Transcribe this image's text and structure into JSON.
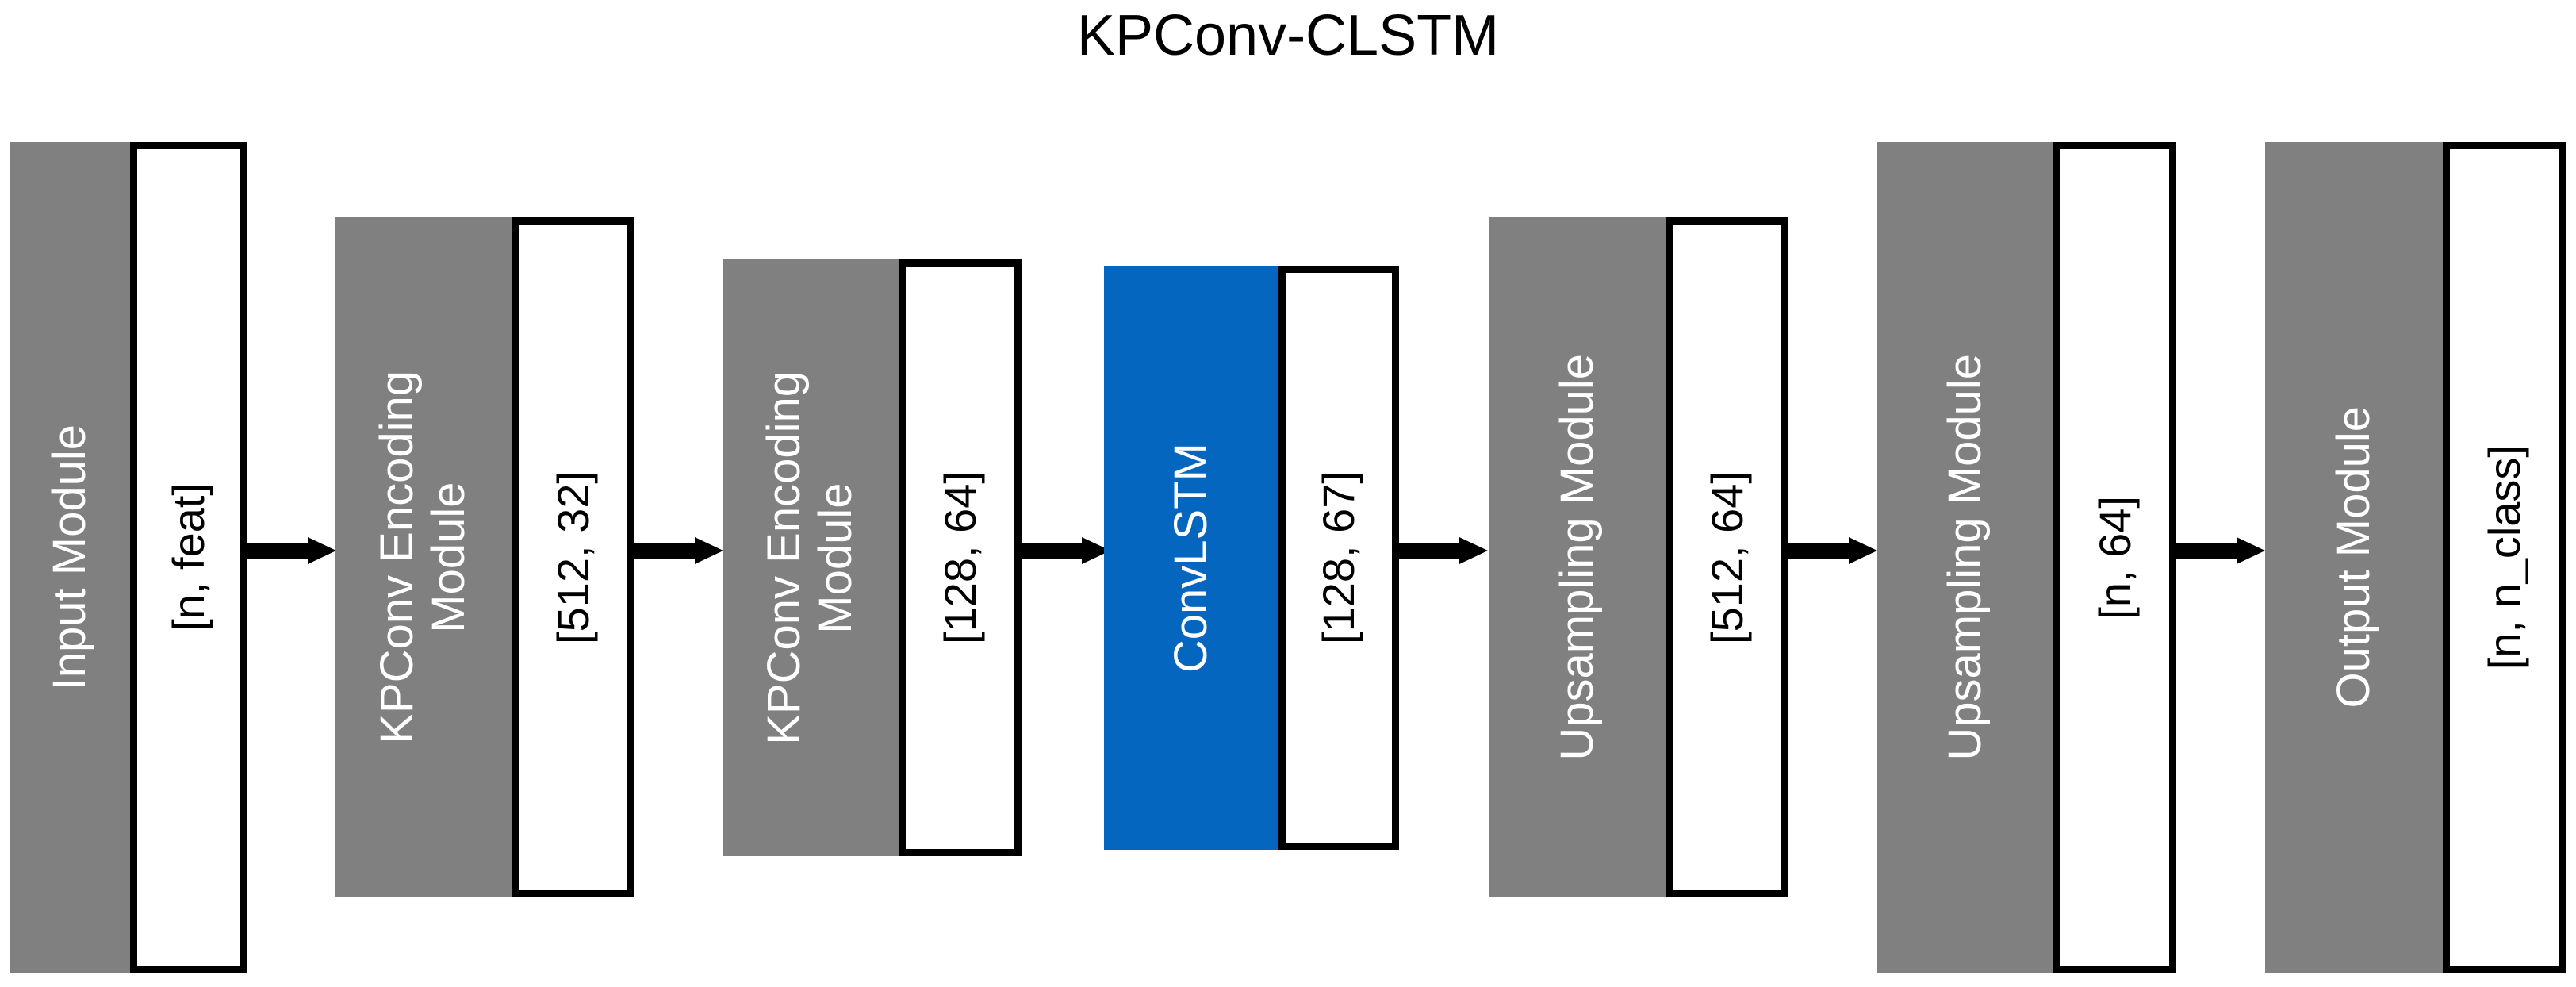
{
  "title": "KPConv-CLSTM",
  "colors": {
    "module_gray": "#808080",
    "accent_blue": "#0566c0",
    "stroke_black": "#000000",
    "background": "#ffffff",
    "label_white": "#ffffff"
  },
  "diagram": {
    "type": "pipeline",
    "orientation": "left-to-right",
    "stages": [
      {
        "id": "input-module",
        "module_label": "Input Module",
        "shape_label": "[n, feat]",
        "accent": false
      },
      {
        "id": "kpconv-encoding-module-1",
        "module_label": "KPConv Encoding\nModule",
        "shape_label": "[512, 32]",
        "accent": false
      },
      {
        "id": "kpconv-encoding-module-2",
        "module_label": "KPConv Encoding\nModule",
        "shape_label": "[128, 64]",
        "accent": false
      },
      {
        "id": "convlstm-module",
        "module_label": "ConvLSTM",
        "shape_label": "[128, 67]",
        "accent": true
      },
      {
        "id": "upsampling-module-1",
        "module_label": "Upsampling Module",
        "shape_label": "[512, 64]",
        "accent": false
      },
      {
        "id": "upsampling-module-2",
        "module_label": "Upsampling Module",
        "shape_label": "[n, 64]",
        "accent": false
      },
      {
        "id": "output-module",
        "module_label": "Output Module",
        "shape_label": "[n, n_class]",
        "accent": false
      }
    ],
    "connectors": [
      {
        "id": "arrow-1",
        "from": "input-module",
        "to": "kpconv-encoding-module-1",
        "glyph": "arrow-right"
      },
      {
        "id": "arrow-2",
        "from": "kpconv-encoding-module-1",
        "to": "kpconv-encoding-module-2",
        "glyph": "arrow-right"
      },
      {
        "id": "arrow-3",
        "from": "kpconv-encoding-module-2",
        "to": "convlstm-module",
        "glyph": "arrow-right"
      },
      {
        "id": "arrow-4",
        "from": "convlstm-module",
        "to": "upsampling-module-1",
        "glyph": "arrow-right"
      },
      {
        "id": "arrow-5",
        "from": "upsampling-module-1",
        "to": "upsampling-module-2",
        "glyph": "arrow-right"
      },
      {
        "id": "arrow-6",
        "from": "upsampling-module-2",
        "to": "output-module",
        "glyph": "arrow-right"
      }
    ]
  }
}
